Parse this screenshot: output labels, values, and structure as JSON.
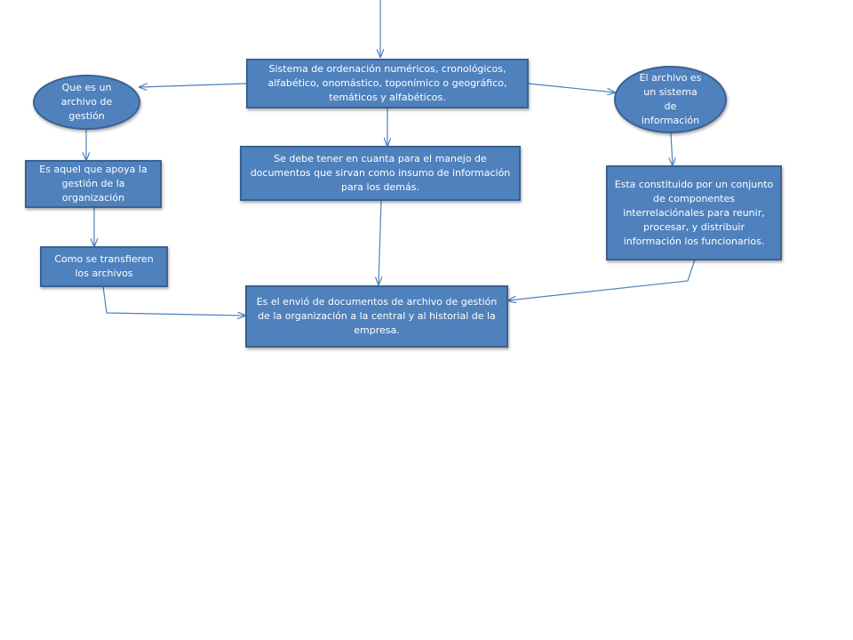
{
  "colors": {
    "node_fill": "#4f81bd",
    "node_border": "#3a6192",
    "edge": "#4f81bd"
  },
  "nodes": {
    "sistema_ordenacion": "Sistema de ordenación numéricos, cronológicos, alfabético, onomástico, toponímico o geográfico, temáticos y alfabéticos.",
    "que_es_archivo": "Que es un archivo de gestión",
    "archivo_sistema_info": "El archivo es un sistema de información",
    "se_debe_tener": "Se debe tener en cuanta para el manejo de documentos que sirvan como insumo de información para los demás.",
    "es_aquel": "Es aquel que apoya la gestión de la organización",
    "esta_constituido": "Esta constituido por un conjunto de componentes interrelaciónales para reunir, procesar, y distribuir información los funcionarios.",
    "como_se_transfieren": "Como se transfieren los archivos",
    "es_el_envio": "Es el envió de documentos de archivo de gestión de la organización a la central y al historial de la empresa."
  }
}
